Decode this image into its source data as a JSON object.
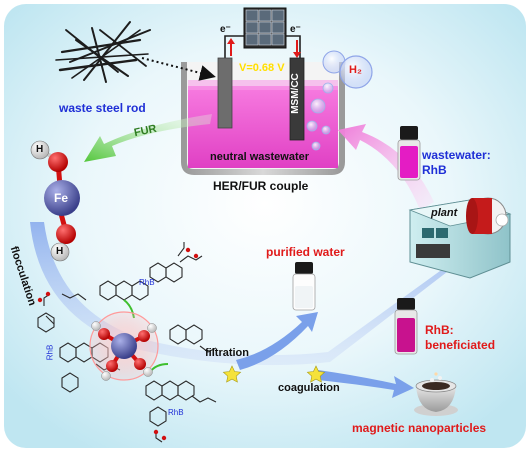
{
  "colors": {
    "panel_bg": "#d9f1f7",
    "blue_label": "#1f2fd6",
    "red_label": "#e01a1a",
    "magenta_liquid": "#f04fd0",
    "voltage_yellow": "#ffe000",
    "cycle_arrow_blue": "#6b8fe6",
    "fur_arrow_green": "#6ed35a",
    "rhb_arrow_pink": "#f5a8e8",
    "star_yellow": "#f5e23a"
  },
  "cell": {
    "voltage": "V=0.68 V",
    "electron_left": "e⁻",
    "electron_right": "e⁻",
    "electrode_label": "MSM/CC",
    "electrolyte_label": "neutral wastewater",
    "caption": "HER/FUR couple",
    "gas_label": "H₂"
  },
  "labels": {
    "waste_steel_rod": "waste steel rod",
    "fur": "FUR",
    "wastewater_line1": "wastewater:",
    "wastewater_line2": "RhB",
    "plant": "plant",
    "flocculation": "flocculation",
    "purified_water": "purified water",
    "rhb_line1": "RhB:",
    "rhb_line2": "beneficiated",
    "filtration": "filtration",
    "coagulation": "coagulation",
    "magnetic_nanoparticles": "magnetic nanoparticles"
  },
  "molecule": {
    "iron_center": "Fe",
    "hydrogen_top": "H",
    "hydrogen_bottom": "H",
    "rhb_tag_1": "RhB",
    "rhb_tag_2": "RhB",
    "rhb_tag_3": "RhB"
  }
}
